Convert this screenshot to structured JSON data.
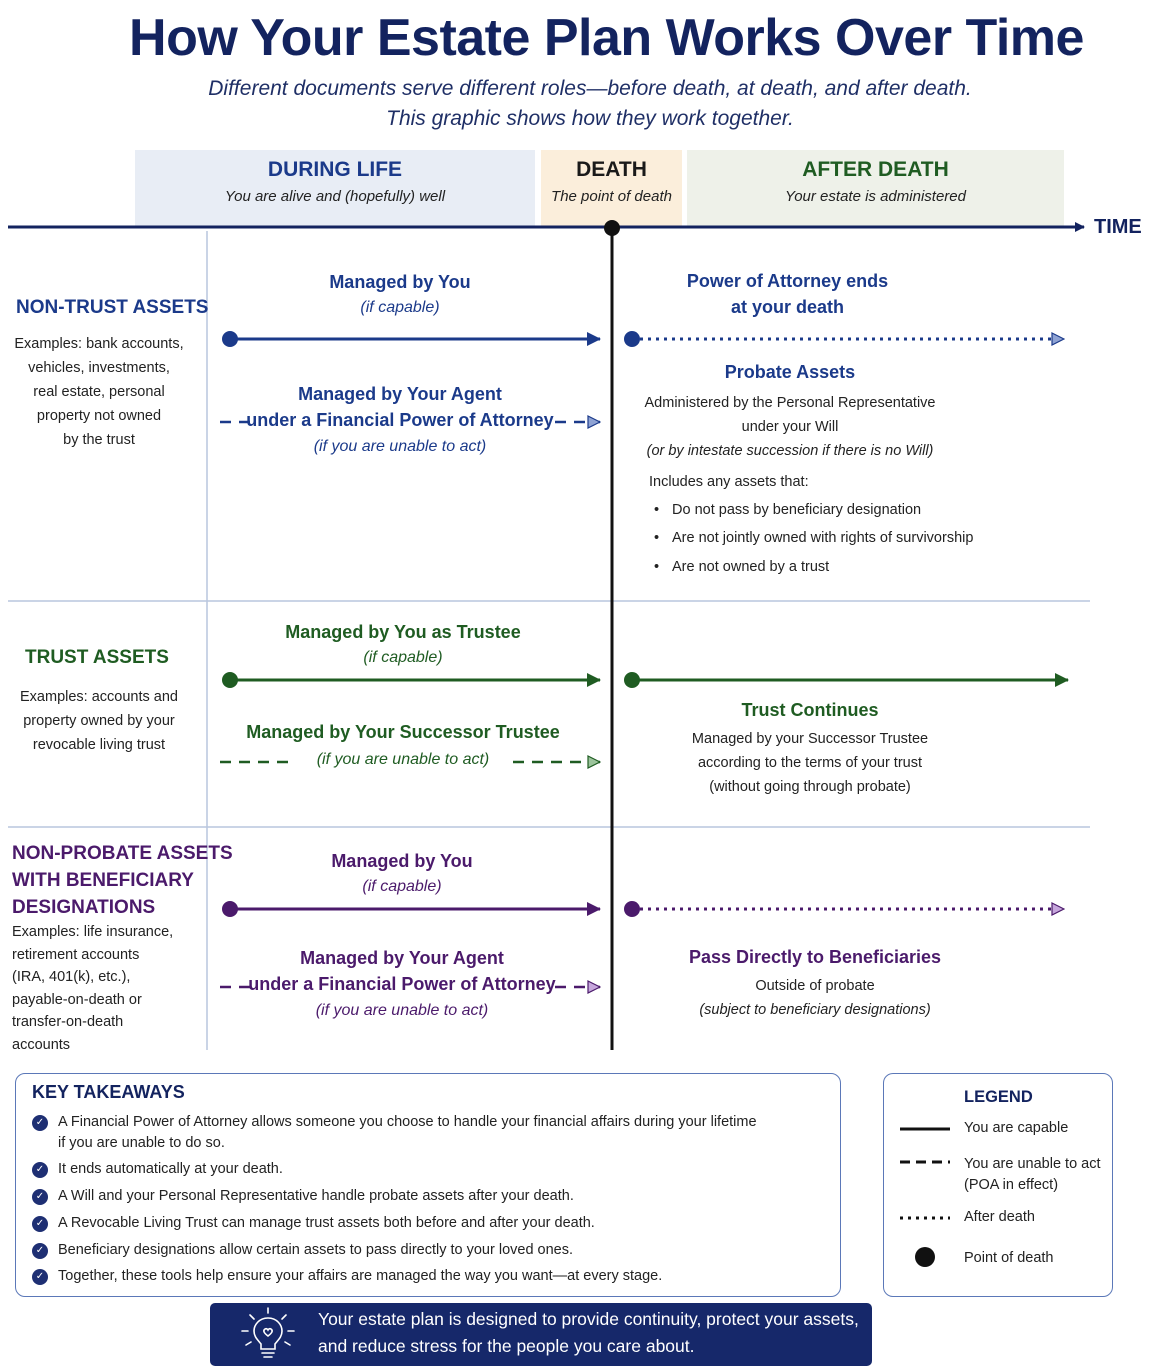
{
  "header": {
    "title": "How Your Estate Plan Works Over Time",
    "subtitle_line1": "Different documents serve different roles—before death, at death, and after death.",
    "subtitle_line2": "This graphic shows how they work together."
  },
  "phases": [
    {
      "title": "DURING LIFE",
      "subtitle": "You are alive and (hopefully) well",
      "bg": "#e8edf5",
      "color": "#1b3a8a"
    },
    {
      "title": "DEATH",
      "subtitle": "The point of death",
      "bg": "#fbeedb",
      "color": "#1a1a1a"
    },
    {
      "title": "AFTER DEATH",
      "subtitle": "Your estate is administered",
      "bg": "#eef1e9",
      "color": "#1f5c22"
    }
  ],
  "time_label": "TIME",
  "colors": {
    "navy": "#13235f",
    "blue": "#1b3a8a",
    "green": "#1f5c22",
    "purple": "#4b1a6b",
    "divider": "#b9c6de"
  },
  "categories": {
    "non_trust": {
      "title": "NON-TRUST ASSETS",
      "desc": [
        "Examples: bank accounts,",
        "vehicles, investments,",
        "real estate, personal",
        "property not owned",
        "by the trust"
      ],
      "during_capable_title": "Managed by You",
      "during_capable_sub": "(if capable)",
      "during_agent_title1": "Managed by Your Agent",
      "during_agent_title2": "under a Financial Power of Attorney",
      "during_agent_sub": "(if you are unable to act)",
      "after_poa_line1": "Power of Attorney ends",
      "after_poa_line2": "at your death",
      "probate_title": "Probate Assets",
      "probate_line1": "Administered by the Personal Representative",
      "probate_line2": "under your Will",
      "probate_line3": "(or by intestate succession if there is no Will)",
      "includes_label": "Includes any assets that:",
      "bullets": [
        "Do not pass by beneficiary designation",
        "Are not jointly owned with rights of survivorship",
        "Are not owned by a trust"
      ]
    },
    "trust": {
      "title": "TRUST ASSETS",
      "desc": [
        "Examples: accounts and",
        "property owned by your",
        "revocable living trust"
      ],
      "during_capable_title": "Managed by You as Trustee",
      "during_capable_sub": "(if capable)",
      "during_successor_title": "Managed by Your Successor Trustee",
      "during_successor_sub": "(if you are unable to act)",
      "after_title": "Trust Continues",
      "after_line1": "Managed by your Successor Trustee",
      "after_line2": "according to the terms of your trust",
      "after_line3": "(without going through probate)"
    },
    "non_probate": {
      "title_lines": [
        "NON-PROBATE ASSETS",
        "WITH BENEFICIARY",
        "DESIGNATIONS"
      ],
      "desc": [
        "Examples: life insurance,",
        "retirement accounts",
        "(IRA, 401(k), etc.),",
        "payable-on-death or",
        "transfer-on-death",
        "accounts"
      ],
      "during_capable_title": "Managed by You",
      "during_capable_sub": "(if capable)",
      "during_agent_title1": "Managed by Your Agent",
      "during_agent_title2": "under a Financial Power of Attorney",
      "during_agent_sub": "(if you are unable to act)",
      "after_title": "Pass Directly to Beneficiaries",
      "after_line1": "Outside of probate",
      "after_line2": "(subject to beneficiary designations)"
    }
  },
  "key_takeaways": {
    "title": "KEY TAKEAWAYS",
    "items": [
      [
        "A Financial Power of Attorney allows someone you choose to handle your financial affairs during your lifetime",
        "if you are unable to do so."
      ],
      [
        "It ends automatically at your death."
      ],
      [
        "A Will and your Personal Representative handle probate assets after your death."
      ],
      [
        "A Revocable Living Trust can manage trust assets both before and after your death."
      ],
      [
        "Beneficiary designations allow certain assets to pass directly to your loved ones."
      ],
      [
        "Together, these tools help ensure your affairs are managed the way you want—at every stage."
      ]
    ]
  },
  "legend": {
    "title": "LEGEND",
    "solid": "You are capable",
    "dashed_line1": "You are unable to act",
    "dashed_line2": "(POA in effect)",
    "dotted": "After death",
    "dot": "Point of death"
  },
  "footer": {
    "icon": "lightbulb-heart-icon",
    "line1": "Your estate plan is designed to provide continuity, protect your assets,",
    "line2": "and reduce stress for the people you care about."
  }
}
